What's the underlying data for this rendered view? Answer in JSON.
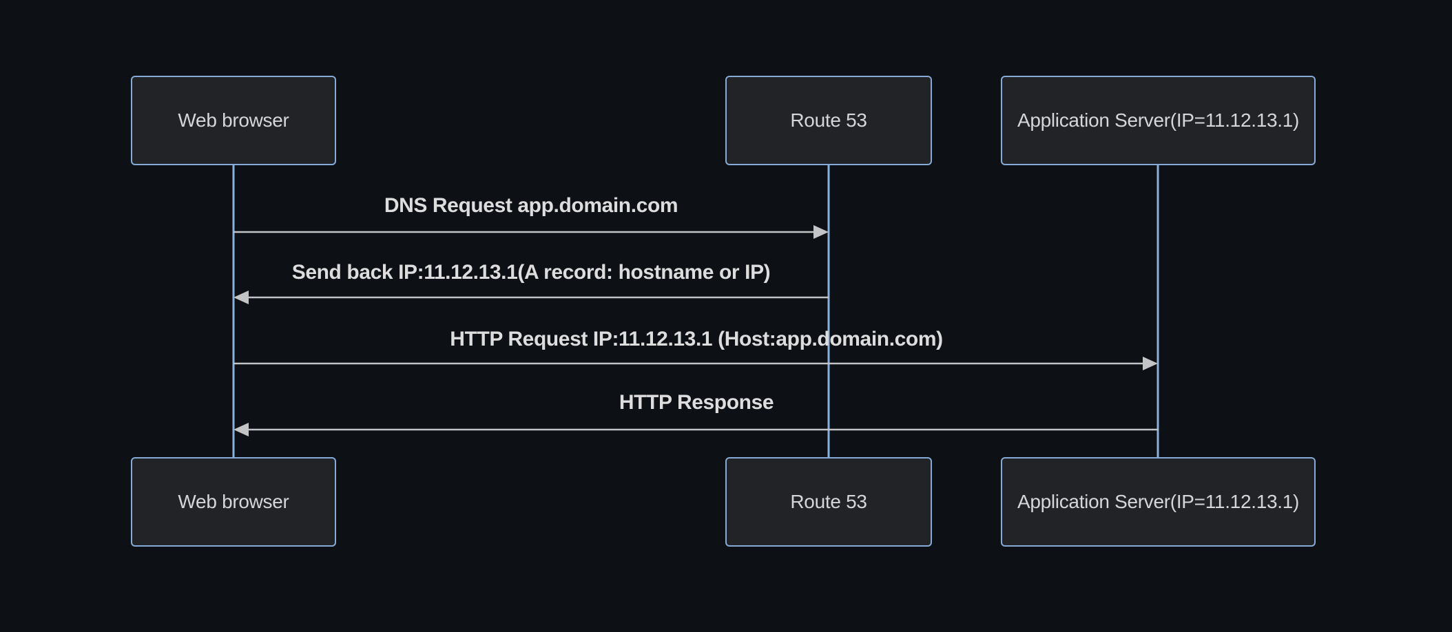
{
  "diagram": {
    "type": "sequence",
    "actors": [
      {
        "id": "web-browser",
        "label": "Web browser"
      },
      {
        "id": "route-53",
        "label": "Route 53"
      },
      {
        "id": "app-server",
        "label": "Application Server(IP=11.12.13.1)"
      }
    ],
    "messages": [
      {
        "from": "web-browser",
        "to": "route-53",
        "direction": "right",
        "line": "solid",
        "label": "DNS Request app.domain.com"
      },
      {
        "from": "route-53",
        "to": "web-browser",
        "direction": "left",
        "line": "solid",
        "label": "Send back IP:11.12.13.1(A record: hostname or IP)"
      },
      {
        "from": "web-browser",
        "to": "app-server",
        "direction": "right",
        "line": "solid",
        "label": "HTTP Request IP:11.12.13.1 (Host:app.domain.com)"
      },
      {
        "from": "app-server",
        "to": "web-browser",
        "direction": "left",
        "line": "solid",
        "label": "HTTP Response"
      }
    ]
  },
  "colors": {
    "background": "#0d1015",
    "actor_fill": "#212327",
    "actor_border": "#85acd8",
    "actor_text": "#d5d6d8",
    "lifeline": "#8bb0dc",
    "signal": "#c3c4c6",
    "signal_text": "#dddddd"
  }
}
